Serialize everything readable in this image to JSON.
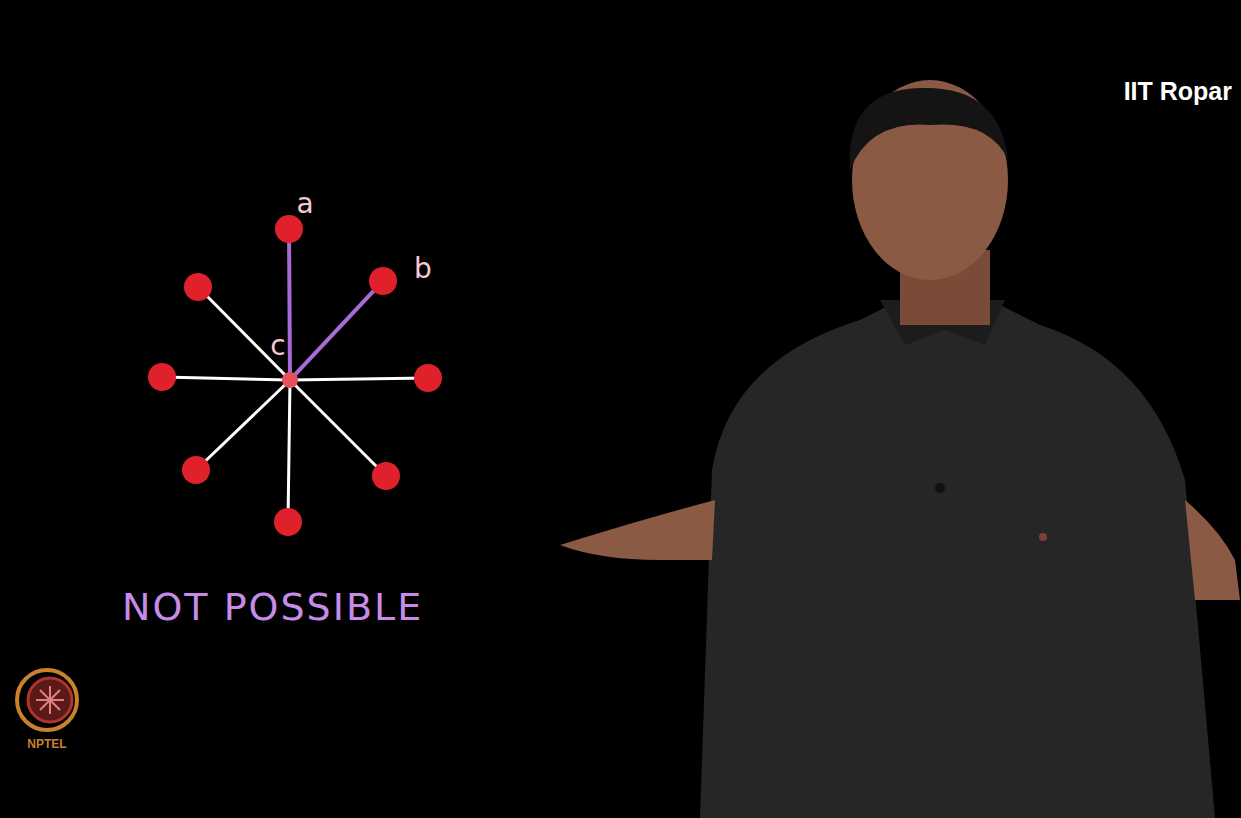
{
  "diagram": {
    "nodes": [
      {
        "text": [
          "a"
        ]
      },
      {
        "text": [
          "b"
        ]
      },
      {
        "text": [
          "c"
        ]
      }
    ],
    "edges": [
      {
        "from": 2,
        "to": 0,
        "arrow": "none"
      },
      {
        "from": 2,
        "to": 1,
        "arrow": "none"
      }
    ],
    "labels": [
      "NOT POSSIBLE",
      "IIT Ropar",
      "NPTEL"
    ]
  }
}
